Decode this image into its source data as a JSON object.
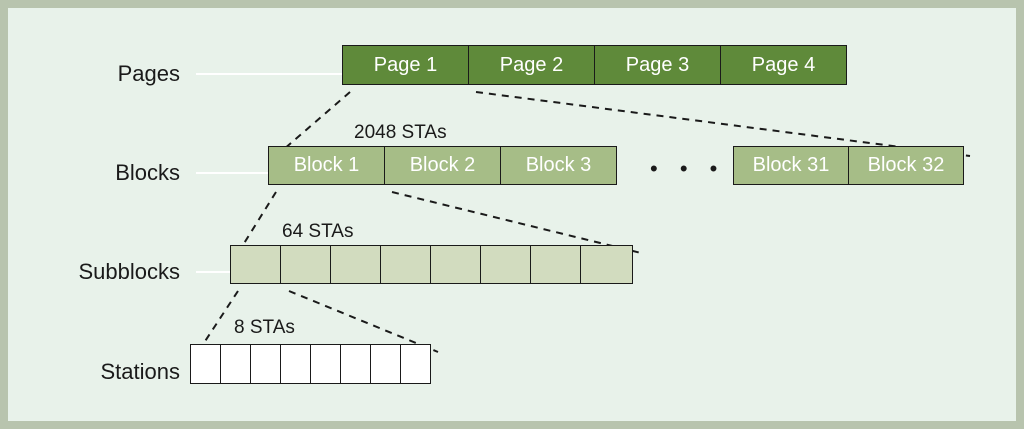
{
  "rows": {
    "pages": "Pages",
    "blocks": "Blocks",
    "subblocks": "Subblocks",
    "stations": "Stations"
  },
  "pages": [
    "Page 1",
    "Page 2",
    "Page 3",
    "Page 4"
  ],
  "blocks_left": [
    "Block 1",
    "Block 2",
    "Block 3"
  ],
  "blocks_right": [
    "Block 31",
    "Block 32"
  ],
  "ellipsis": "• • •",
  "annotations": {
    "block_size": "2048 STAs",
    "subblock_size": "64 STAs",
    "station_size": "8 STAs"
  },
  "colors": {
    "page": "#5f8a3a",
    "block": "#a6bd87",
    "subblock": "#d2dcbf",
    "station": "#ffffff",
    "background": "#e8f2ea",
    "border": "#b8c4ae"
  }
}
